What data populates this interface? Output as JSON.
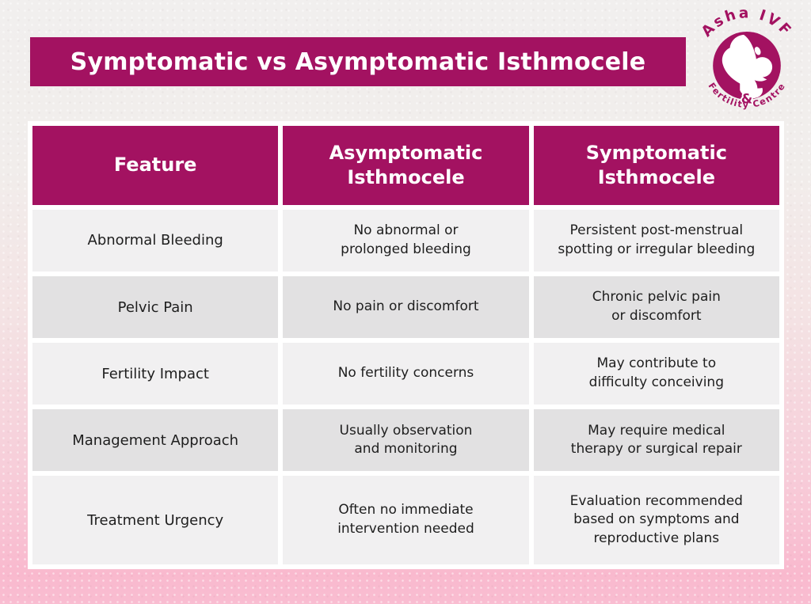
{
  "header": {
    "title": "Symptomatic vs Asymptomatic Isthmocele"
  },
  "logo": {
    "top_text": "Asha IVF",
    "ampersand": "&",
    "bottom_text": "Fertility Centre"
  },
  "colors": {
    "accent": "#A31261",
    "row_light": "#F1F0F1",
    "row_dark": "#E2E1E2",
    "cell_text": "#1E1E1E",
    "frame": "#FFFFFF",
    "bg_top": "#F1EFEE",
    "bg_bottom": "#F9B9CE"
  },
  "table": {
    "headers": [
      "Feature",
      "Asymptomatic\nIsthmocele",
      "Symptomatic\nIsthmocele"
    ],
    "rows": [
      {
        "feature": "Abnormal Bleeding",
        "asymptomatic": "No abnormal or\nprolonged bleeding",
        "symptomatic": "Persistent post-menstrual\nspotting or irregular bleeding"
      },
      {
        "feature": "Pelvic Pain",
        "asymptomatic": "No pain or discomfort",
        "symptomatic": "Chronic pelvic pain\nor discomfort"
      },
      {
        "feature": "Fertility Impact",
        "asymptomatic": "No fertility concerns",
        "symptomatic": "May contribute to\ndifficulty conceiving"
      },
      {
        "feature": "Management Approach",
        "asymptomatic": "Usually observation\nand monitoring",
        "symptomatic": "May require medical\ntherapy or surgical repair"
      },
      {
        "feature": "Treatment Urgency",
        "asymptomatic": "Often no immediate\nintervention needed",
        "symptomatic": "Evaluation recommended\nbased on symptoms and\nreproductive plans"
      }
    ]
  }
}
